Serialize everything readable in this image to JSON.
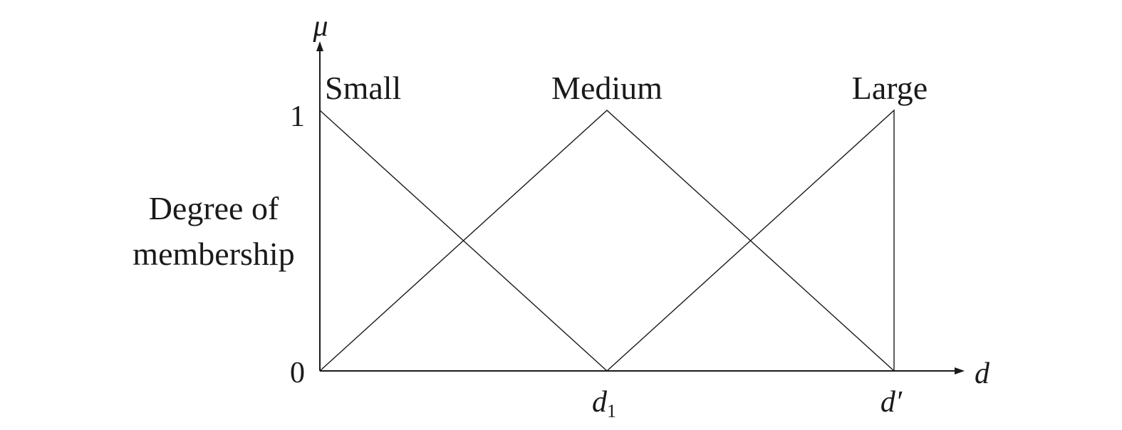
{
  "chart_data": {
    "type": "line",
    "ylabel_symbol": "μ",
    "xlabel_symbol": "d",
    "ylabel_lines": [
      "Degree of",
      "membership"
    ],
    "y_ticks": [
      "0",
      "1"
    ],
    "x_ticks": [
      {
        "label": "d",
        "sub": "1",
        "value": 0.5
      },
      {
        "label": "d′",
        "sub": "",
        "value": 1.0
      }
    ],
    "xlim": [
      0,
      1
    ],
    "ylim": [
      0,
      1
    ],
    "series": [
      {
        "name": "Small",
        "x": [
          0,
          0.5
        ],
        "y": [
          1,
          0
        ]
      },
      {
        "name": "Medium",
        "x": [
          0,
          0.5,
          1.0
        ],
        "y": [
          0,
          1,
          0
        ]
      },
      {
        "name": "Large",
        "x": [
          0.5,
          1.0,
          1.0
        ],
        "y": [
          0,
          1,
          0
        ]
      }
    ],
    "grid": false,
    "colors": {
      "line": "#1a1a1a"
    }
  }
}
